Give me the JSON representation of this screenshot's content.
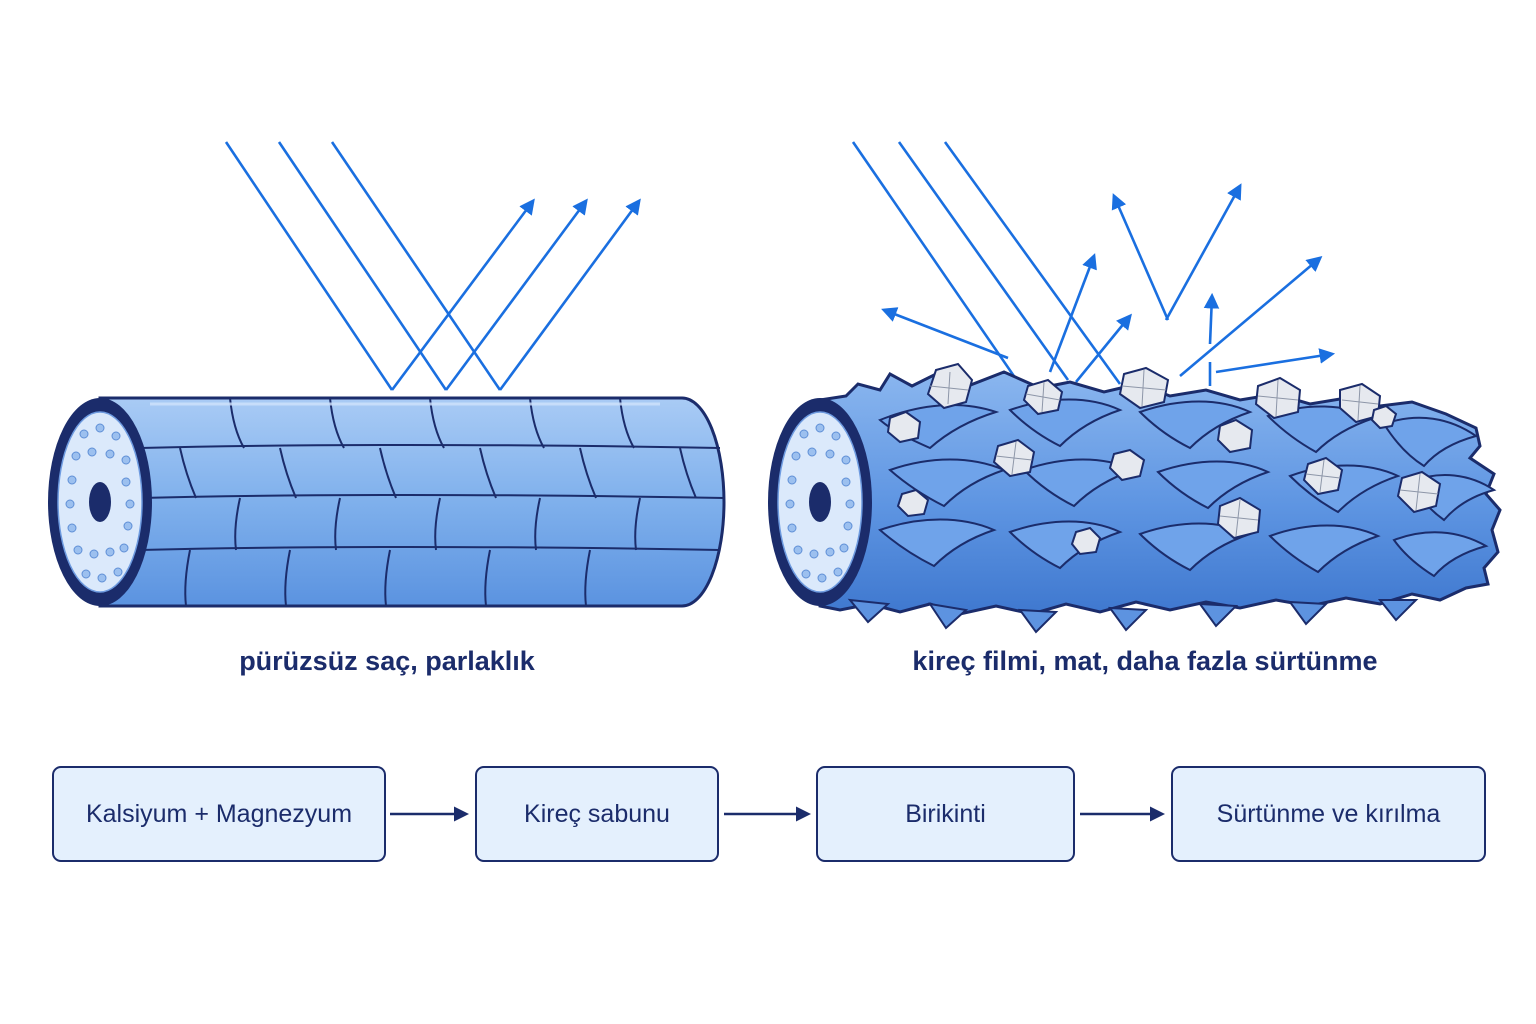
{
  "diagram": {
    "left": {
      "caption": "pürüzsüz saç, parlaklık"
    },
    "right": {
      "caption": "kireç filmi, mat, daha fazla sürtünme"
    },
    "flow": {
      "steps": [
        {
          "label": "Kalsiyum + Magnezyum"
        },
        {
          "label": "Kireç sabunu"
        },
        {
          "label": "Birikinti"
        },
        {
          "label": "Sürtünme ve kırılma"
        }
      ]
    },
    "colors": {
      "navy": "#1b2c6b",
      "light_ray": "#1a6fe0",
      "hair_fill": "#7fb0ec",
      "hair_dark": "#4a84dc",
      "box_fill": "#e4f0fd",
      "deposit": "#e6e9ef"
    }
  }
}
